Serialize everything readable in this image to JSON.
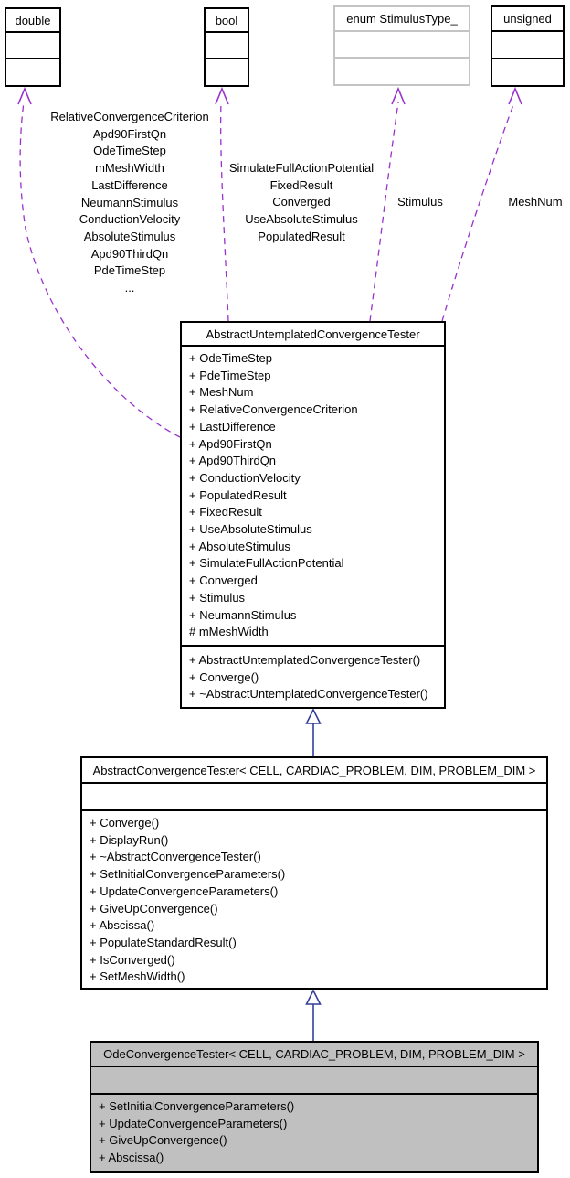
{
  "diagram": {
    "kind": "uml-collaboration-graph",
    "colors": {
      "usage_edge": "#9932cc",
      "inheritance_edge": "#333f99",
      "concrete_class_fill": "#c0c0c0",
      "enum_box_border": "#c4c4c4",
      "class_border": "#000000",
      "background": "#ffffff"
    },
    "primitives": [
      {
        "label": "double"
      },
      {
        "label": "bool"
      },
      {
        "label": "enum StimulusType_"
      },
      {
        "label": "unsigned"
      }
    ],
    "edge_labels": {
      "double_fields": [
        "RelativeConvergenceCriterion",
        "Apd90FirstQn",
        "OdeTimeStep",
        "mMeshWidth",
        "LastDifference",
        "NeumannStimulus",
        "ConductionVelocity",
        "AbsoluteStimulus",
        "Apd90ThirdQn",
        "PdeTimeStep",
        "..."
      ],
      "bool_fields": [
        "SimulateFullActionPotential",
        "FixedResult",
        "Converged",
        "UseAbsoluteStimulus",
        "PopulatedResult"
      ],
      "enum_field": "Stimulus",
      "unsigned_field": "MeshNum"
    },
    "classes": [
      {
        "name": "AbstractUntemplatedConvergenceTester",
        "attributes": [
          "+ OdeTimeStep",
          "+ PdeTimeStep",
          "+ MeshNum",
          "+ RelativeConvergenceCriterion",
          "+ LastDifference",
          "+ Apd90FirstQn",
          "+ Apd90ThirdQn",
          "+ ConductionVelocity",
          "+ PopulatedResult",
          "+ FixedResult",
          "+ UseAbsoluteStimulus",
          "+ AbsoluteStimulus",
          "+ SimulateFullActionPotential",
          "+ Converged",
          "+ Stimulus",
          "+ NeumannStimulus",
          "# mMeshWidth"
        ],
        "methods": [
          "+ AbstractUntemplatedConvergenceTester()",
          "+ Converge()",
          "+ ~AbstractUntemplatedConvergenceTester()"
        ]
      },
      {
        "name": "AbstractConvergenceTester< CELL, CARDIAC_PROBLEM, DIM, PROBLEM_DIM >",
        "attributes": [],
        "methods": [
          "+ Converge()",
          "+ DisplayRun()",
          "+ ~AbstractConvergenceTester()",
          "+ SetInitialConvergenceParameters()",
          "+ UpdateConvergenceParameters()",
          "+ GiveUpConvergence()",
          "+ Abscissa()",
          "+ PopulateStandardResult()",
          "+ IsConverged()",
          "+ SetMeshWidth()"
        ],
        "fill": "#ffffff"
      },
      {
        "name": "OdeConvergenceTester< CELL, CARDIAC_PROBLEM, DIM, PROBLEM_DIM >",
        "attributes": [],
        "methods": [
          "+ SetInitialConvergenceParameters()",
          "+ UpdateConvergenceParameters()",
          "+ GiveUpConvergence()",
          "+ Abscissa()"
        ],
        "fill": "#c0c0c0"
      }
    ]
  }
}
